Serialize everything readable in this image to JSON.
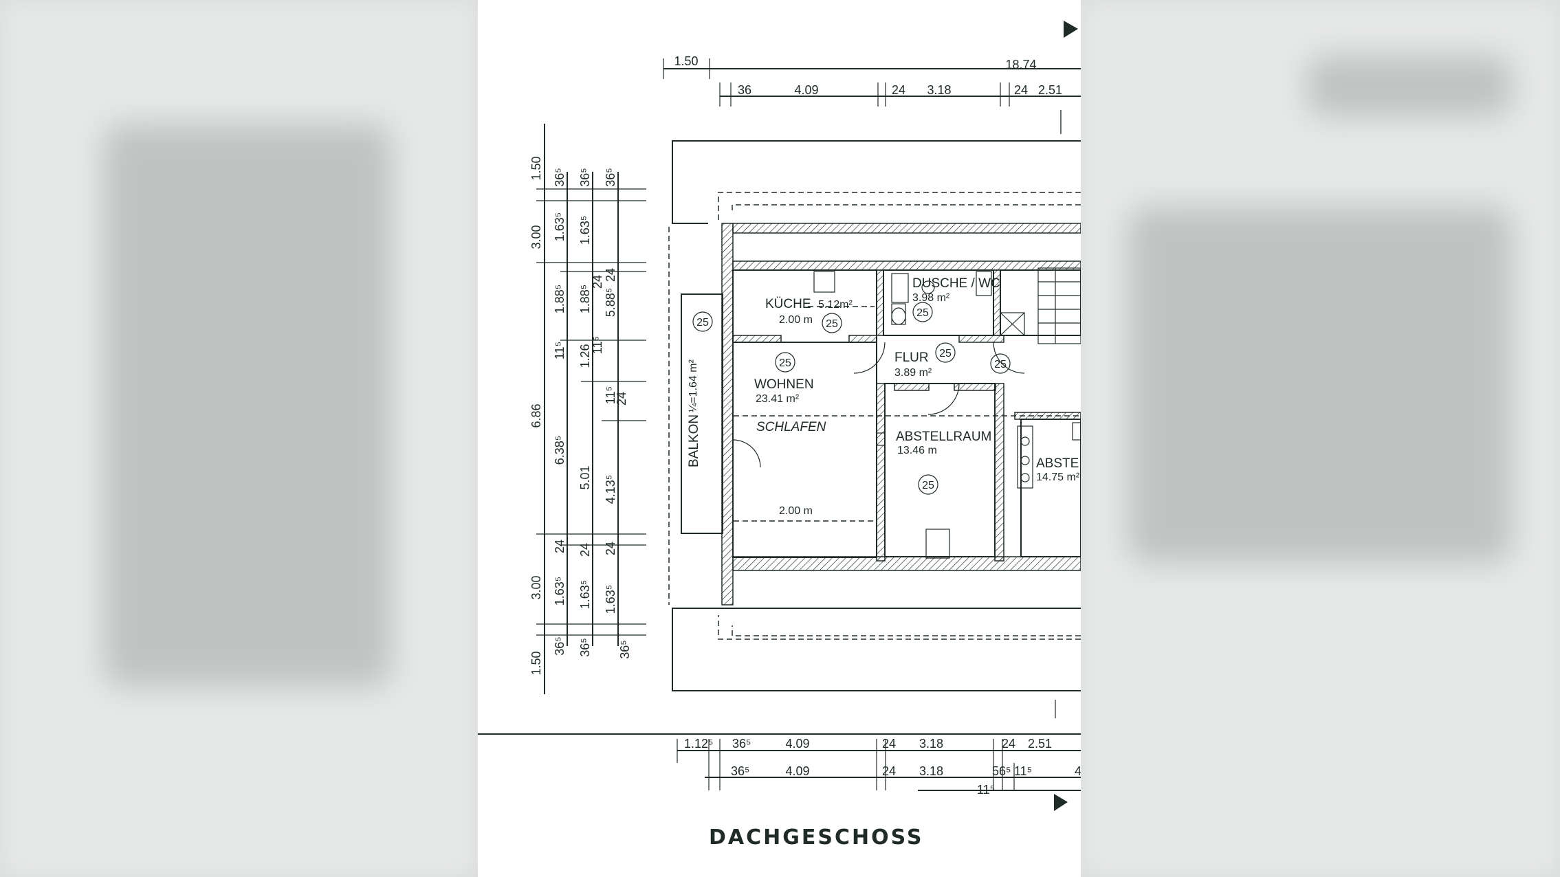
{
  "plan": {
    "title": "DACHGESCHOSS",
    "rooms": {
      "kueche": {
        "name": "KÜCHE",
        "area": "5.12m²",
        "height": "2.00 m"
      },
      "dusche": {
        "name": "DUSCHE / WC",
        "area": "3.98 m²"
      },
      "flur": {
        "name": "FLUR",
        "area": "3.89 m²"
      },
      "wohnen": {
        "name": "WOHNEN",
        "area": "23.41 m²"
      },
      "schlafen": {
        "name": "SCHLAFEN",
        "height": "2.00 m"
      },
      "abstellraum": {
        "name": "ABSTELLRAUM",
        "area": "13.46 m"
      },
      "abstell2": {
        "name": "ABSTE",
        "area": "14.75 m²"
      },
      "balkon": {
        "name": "BALKON",
        "area": "¼=1.64 m²"
      }
    },
    "floor_marker": "25",
    "top_dims": {
      "overall_left": "1.50",
      "overall_total": "18.74",
      "r1": "36",
      "r2": "4.09",
      "r3": "24",
      "r4": "3.18",
      "r5": "24",
      "r6": "2.51"
    },
    "bottom_dims": {
      "row1": [
        "1.12⁵",
        "36⁵",
        "4.09",
        "24",
        "3.18",
        "24",
        "2.51"
      ],
      "row2": [
        "36⁵",
        "4.09",
        "24",
        "3.18",
        "56⁵",
        "11⁵",
        "4"
      ],
      "row3": "11⁵"
    },
    "left_dims": {
      "col1": [
        "1.50",
        "3.00",
        "6.86",
        "3.00",
        "1.50"
      ],
      "col2": [
        "36⁵",
        "1.63⁵",
        "1.88⁵",
        "11⁵",
        "6.38⁵",
        "24",
        "1.63⁵",
        "36⁵"
      ],
      "col3": [
        "36⁵",
        "1.63⁵",
        "24",
        "1.88⁵",
        "1.26",
        "11⁵",
        "5.01",
        "24",
        "1.63⁵",
        "36⁵"
      ],
      "col4": [
        "36⁵",
        "24",
        "5.88⁵",
        "11⁵",
        "24",
        "4.13⁵",
        "24",
        "1.63⁵",
        "36⁵"
      ]
    }
  }
}
